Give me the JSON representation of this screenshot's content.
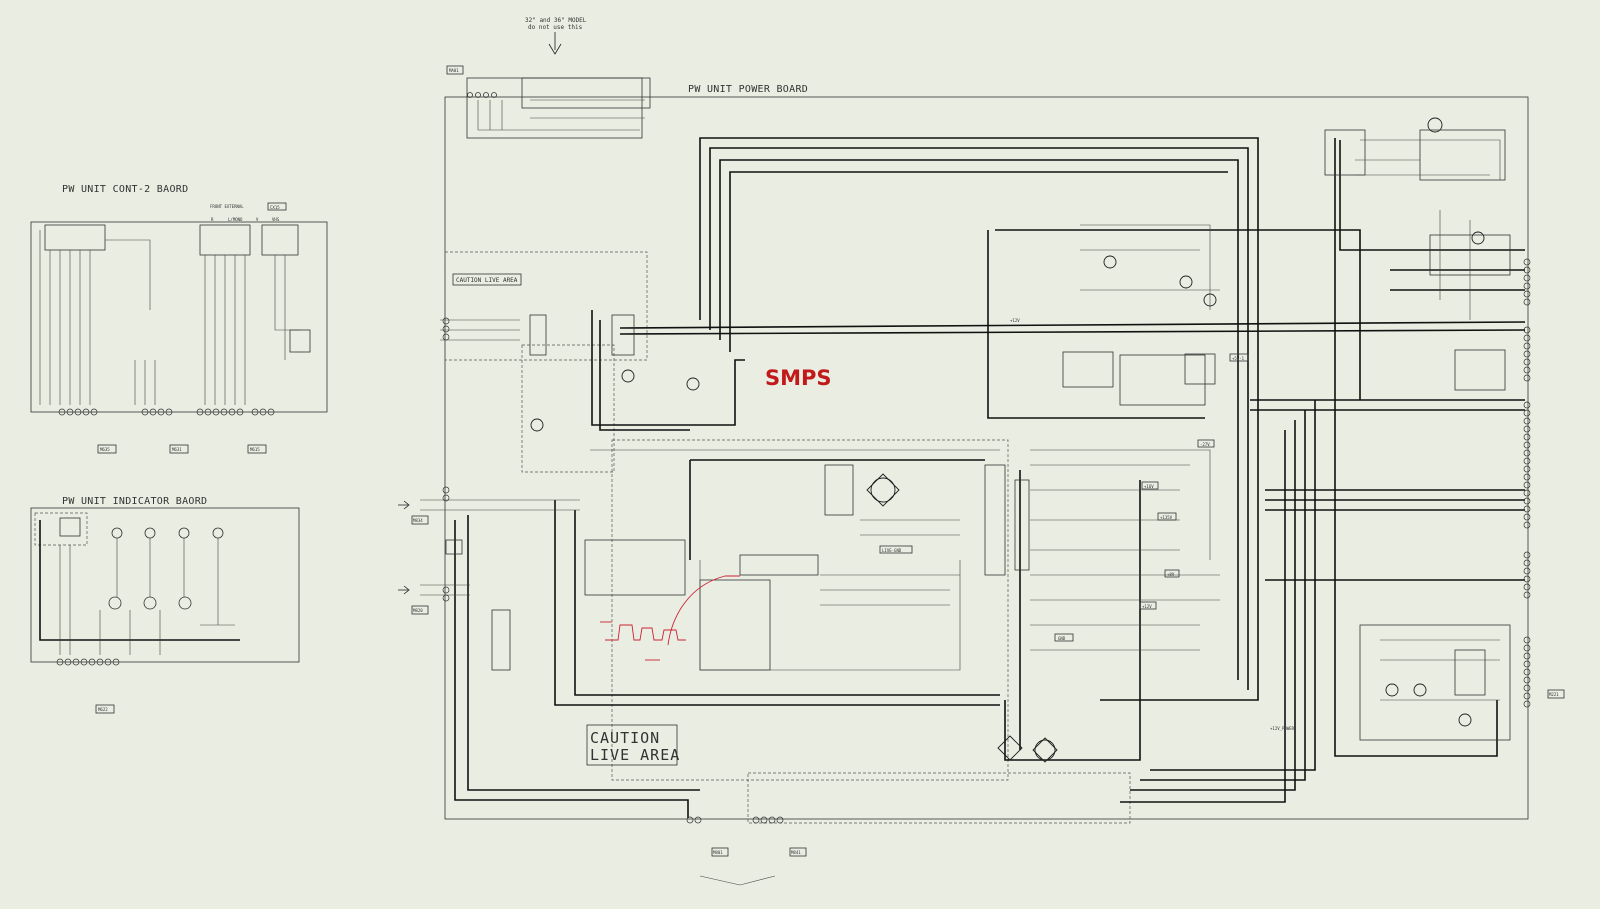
{
  "top_note": {
    "line1": "32\" and 36\" MODEL",
    "line2": "do not use this"
  },
  "boards": {
    "power": "PW UNIT POWER BOARD",
    "cont2": "PW UNIT CONT-2 BAORD",
    "indicator": "PW UNIT INDICATOR BAORD"
  },
  "labels": {
    "smps": "SMPS",
    "caution_small": "CAUTION LIVE AREA",
    "caution_big_1": "CAUTION",
    "caution_big_2": "LIVE AREA",
    "front_external": "FRONT EXTERNAL",
    "front_external_tag": "CX15",
    "jacks": [
      "R",
      "L/MONO",
      "V",
      "VHS"
    ],
    "live_gnd": "LIVE-GND",
    "gnd": "GND",
    "plus12v": "+12V",
    "plus12v_power": "+12V_POWER",
    "plus5v1": "+5V-1",
    "minus27v": "-27V",
    "plus16v": "+16V",
    "plus135v": "+135V",
    "plus8v": "+8V",
    "ma01": "MA01"
  },
  "connectors": {
    "cont2": "M635",
    "cont2_b": "M631",
    "cont2_c": "M615",
    "indicator": "M622",
    "mid_a": "M834",
    "mid_b": "M820",
    "bottom_a": "M801",
    "bottom_b": "M841",
    "right": "M221"
  },
  "icons": [
    "arrow-down-icon"
  ],
  "colors": {
    "background": "#e9ede2",
    "wire": "#1f1f1f",
    "accent": "#c21a1a",
    "waveform": "#cc2233"
  }
}
